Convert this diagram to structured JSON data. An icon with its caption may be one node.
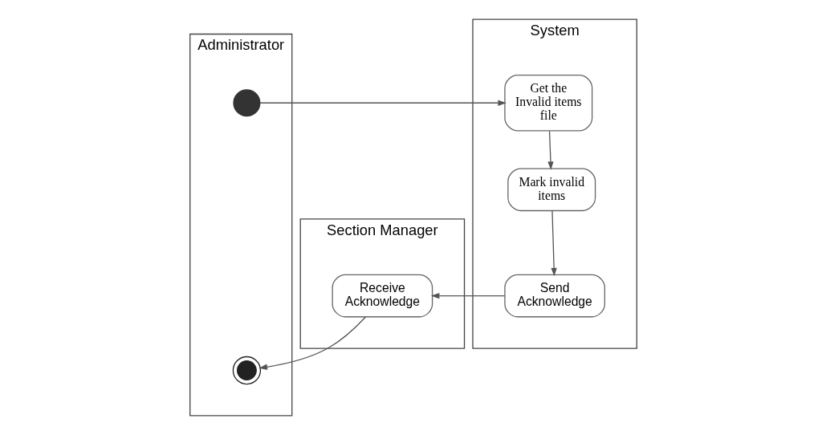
{
  "diagram": {
    "nodes": [
      {
        "text": [
          "Administrator"
        ]
      },
      {
        "text": [],
        "shape": "circle",
        "in": 0
      },
      {
        "text": [],
        "shape": "bullseye",
        "in": 0
      },
      {
        "text": [
          "System"
        ]
      },
      {
        "text": [
          "Get the Invalid items file"
        ],
        "in": 3
      },
      {
        "text": [
          "Mark invalid items"
        ],
        "in": 3
      },
      {
        "text": [
          "Send Acknowledge"
        ],
        "in": 3
      },
      {
        "text": [
          "Section Manager"
        ]
      },
      {
        "text": [
          "Receive Acknowledge"
        ],
        "in": 7
      }
    ],
    "edges": [
      {
        "from": 1,
        "to": 4,
        "arrow": "to"
      },
      {
        "from": 4,
        "to": 5,
        "arrow": "to"
      },
      {
        "from": 5,
        "to": 6,
        "arrow": "to"
      },
      {
        "from": 6,
        "to": 8,
        "arrow": "to"
      },
      {
        "from": 8,
        "to": 2,
        "arrow": "to"
      }
    ]
  }
}
